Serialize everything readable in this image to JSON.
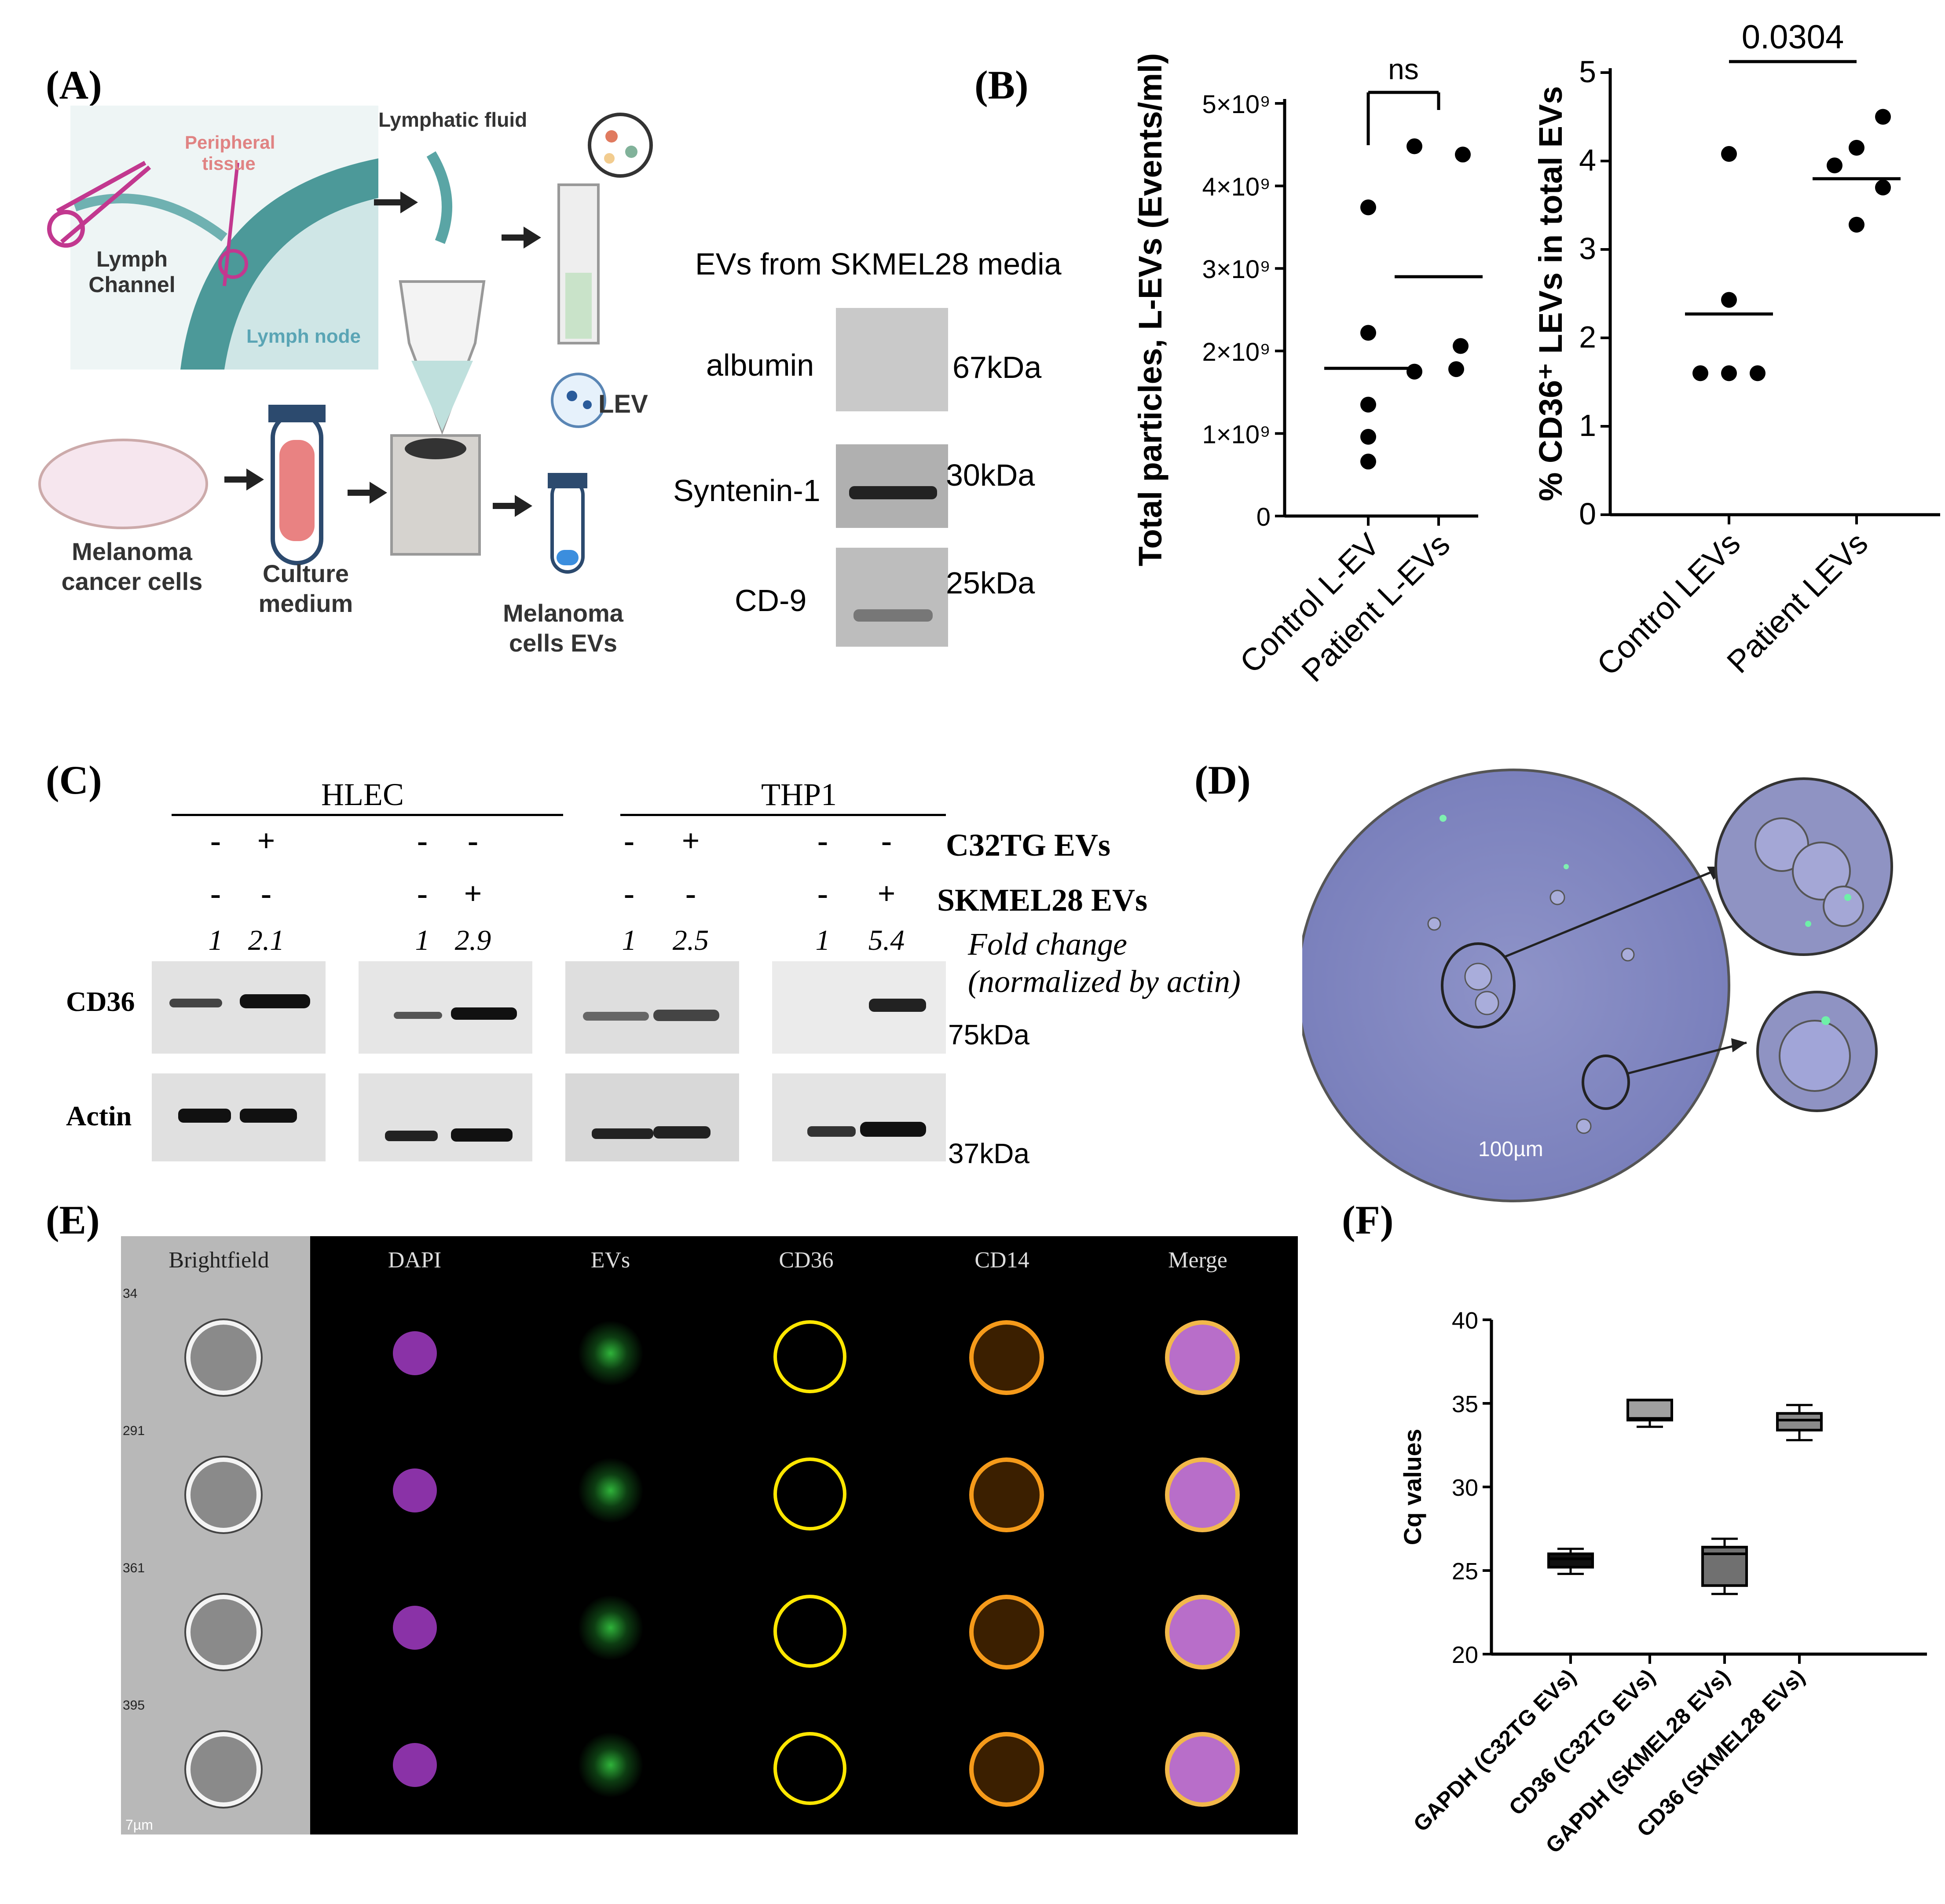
{
  "panels": {
    "A": "(A)",
    "B": "(B)",
    "C": "(C)",
    "D": "(D)",
    "E": "(E)",
    "F": "(F)"
  },
  "panelA": {
    "peripheral_tissue": "Peripheral tissue",
    "lymph_channel": "Lymph Channel",
    "lymph_node": "Lymph node",
    "lymphatic_fluid": "Lymphatic fluid",
    "lev": "LEV",
    "melanoma_cancer_cells": "Melanoma cancer cells",
    "culture_medium": "Culture medium",
    "melanoma_cells_evs": "Melanoma cells EVs"
  },
  "panelB_blot": {
    "title": "EVs from SKMEL28 media",
    "rows": [
      {
        "name": "albumin",
        "kda": "67kDa"
      },
      {
        "name": "Syntenin-1",
        "kda": "30kDa"
      },
      {
        "name": "CD-9",
        "kda": "25kDa"
      }
    ]
  },
  "panelC": {
    "group1": "HLEC",
    "group2": "THP1",
    "row1_label": "C32TG EVs",
    "row2_label": "SKMEL28 EVs",
    "fold_label_1": "Fold change",
    "fold_label_2": "(normalized by actin)",
    "cd36": "CD36",
    "actin": "Actin",
    "kda_75": "75kDa",
    "kda_37": "37kDa",
    "c32tg_signs": [
      "-",
      "+",
      "-",
      "-",
      "-",
      "+",
      "-",
      "-"
    ],
    "skmel_signs": [
      "-",
      "-",
      "-",
      "+",
      "-",
      "-",
      "-",
      "+"
    ],
    "folds": [
      "1",
      "2.1",
      "1",
      "2.9",
      "1",
      "2.5",
      "1",
      "5.4"
    ]
  },
  "panelD": {
    "scale": "100µm"
  },
  "panelE": {
    "channels": [
      "Brightfield",
      "DAPI",
      "EVs",
      "CD36",
      "CD14",
      "Merge"
    ],
    "row_ids": [
      "34",
      "291",
      "361",
      "395"
    ],
    "scale": "7µm"
  },
  "chart_data": [
    {
      "type": "scatter",
      "ylabel": "Total particles, L-EVs (Events/ml)",
      "categories": [
        "Control L-EV",
        "Patient L-EVs"
      ],
      "ylim": [
        0,
        5000000000
      ],
      "yticks": [
        "0",
        "1×10⁹",
        "2×10⁹",
        "3×10⁹",
        "4×10⁹",
        "5×10⁹"
      ],
      "series": [
        {
          "values": [
            3740000000,
            2220000000,
            1350000000,
            960000000,
            660000000
          ],
          "mean": 1790000000
        },
        {
          "values": [
            4480000000,
            4380000000,
            2060000000,
            1750000000,
            1780000000
          ],
          "mean": 2900000000
        }
      ],
      "annotation": "ns"
    },
    {
      "type": "scatter",
      "ylabel": "% CD36⁺ LEVs in total EVs",
      "categories": [
        "Control LEVs",
        "Patient LEVs"
      ],
      "ylim": [
        0,
        5
      ],
      "yticks": [
        "0",
        "1",
        "2",
        "3",
        "4",
        "5"
      ],
      "series": [
        {
          "values": [
            4.08,
            2.43,
            1.6,
            1.6,
            1.6
          ],
          "mean": 2.27
        },
        {
          "values": [
            4.5,
            4.15,
            3.95,
            3.7,
            3.28
          ],
          "mean": 3.8
        }
      ],
      "annotation": "0.0304"
    },
    {
      "type": "box",
      "ylabel": "Cq values",
      "categories": [
        "GAPDH (C32TG EVs)",
        "CD36 (C32TG EVs)",
        "GAPDH (SKMEL28 EVs)",
        "CD36 (SKMEL28 EVs)"
      ],
      "ylim": [
        20,
        40
      ],
      "yticks": [
        "20",
        "25",
        "30",
        "35",
        "40"
      ],
      "boxes": [
        {
          "min": 24.8,
          "q1": 25.2,
          "median": 25.7,
          "q3": 26.0,
          "max": 26.3,
          "fill": "#111111"
        },
        {
          "min": 33.6,
          "q1": 34.0,
          "median": 34.1,
          "q3": 35.2,
          "max": 35.2,
          "fill": "#a0a0a0"
        },
        {
          "min": 23.6,
          "q1": 24.1,
          "median": 26.0,
          "q3": 26.4,
          "max": 26.9,
          "fill": "#707070"
        },
        {
          "min": 32.8,
          "q1": 33.4,
          "median": 34.0,
          "q3": 34.4,
          "max": 34.9,
          "fill": "#8a8a8a"
        }
      ]
    }
  ]
}
